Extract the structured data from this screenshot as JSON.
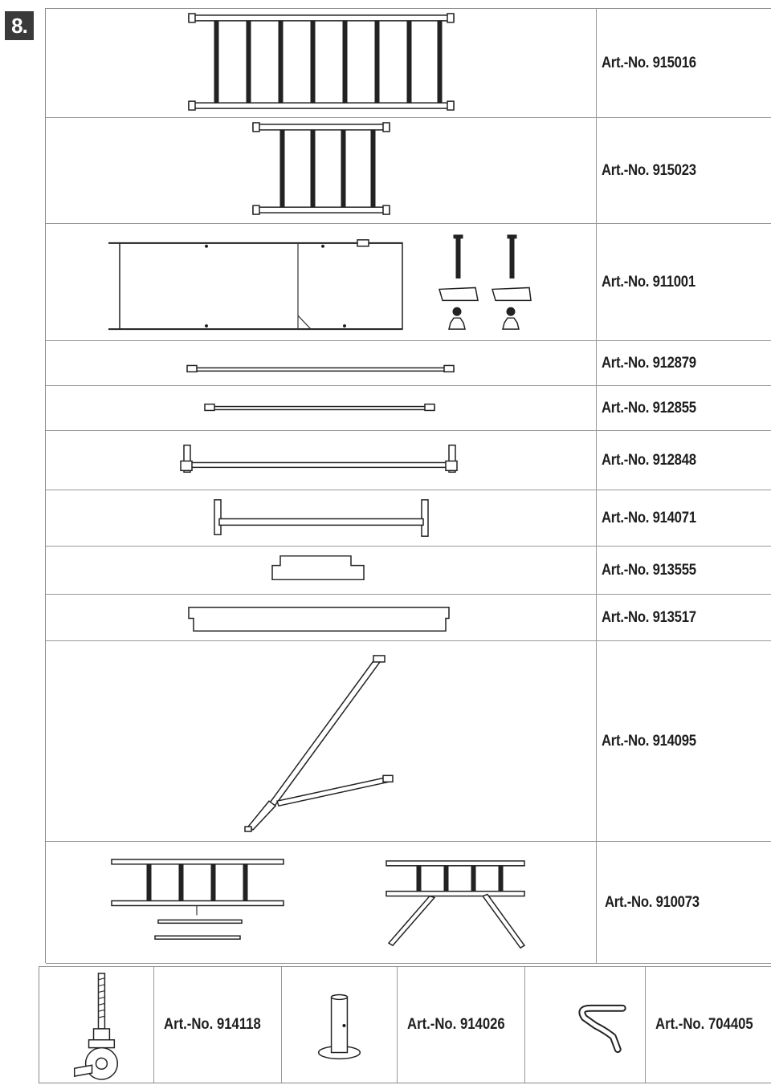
{
  "step_label": "8.",
  "parts": [
    {
      "art_no": "Art.-No. 915016",
      "icon": "ladder-frame-8-rungs"
    },
    {
      "art_no": "Art.-No. 915023",
      "icon": "ladder-frame-4-rungs"
    },
    {
      "art_no": "Art.-No. 911001",
      "icon": "platform-with-bolts-and-clamps"
    },
    {
      "art_no": "Art.-No. 912879",
      "icon": "long-brace"
    },
    {
      "art_no": "Art.-No. 912855",
      "icon": "short-brace"
    },
    {
      "art_no": "Art.-No. 912848",
      "icon": "horizontal-brace-with-hooks"
    },
    {
      "art_no": "Art.-No. 914071",
      "icon": "guard-rail"
    },
    {
      "art_no": "Art.-No. 913555",
      "icon": "short-toe-board"
    },
    {
      "art_no": "Art.-No. 913517",
      "icon": "long-toe-board"
    },
    {
      "art_no": "Art.-No. 914095",
      "icon": "stabiliser-outrigger"
    },
    {
      "art_no": "Art.-No. 910073",
      "icon": "base-frame-with-outriggers"
    }
  ],
  "bottom_parts": [
    {
      "art_no": "Art.-No. 914118",
      "icon": "castor-wheel-with-spindle"
    },
    {
      "art_no": "Art.-No. 914026",
      "icon": "base-plate"
    },
    {
      "art_no": "Art.-No. 704405",
      "icon": "locking-pin"
    }
  ]
}
